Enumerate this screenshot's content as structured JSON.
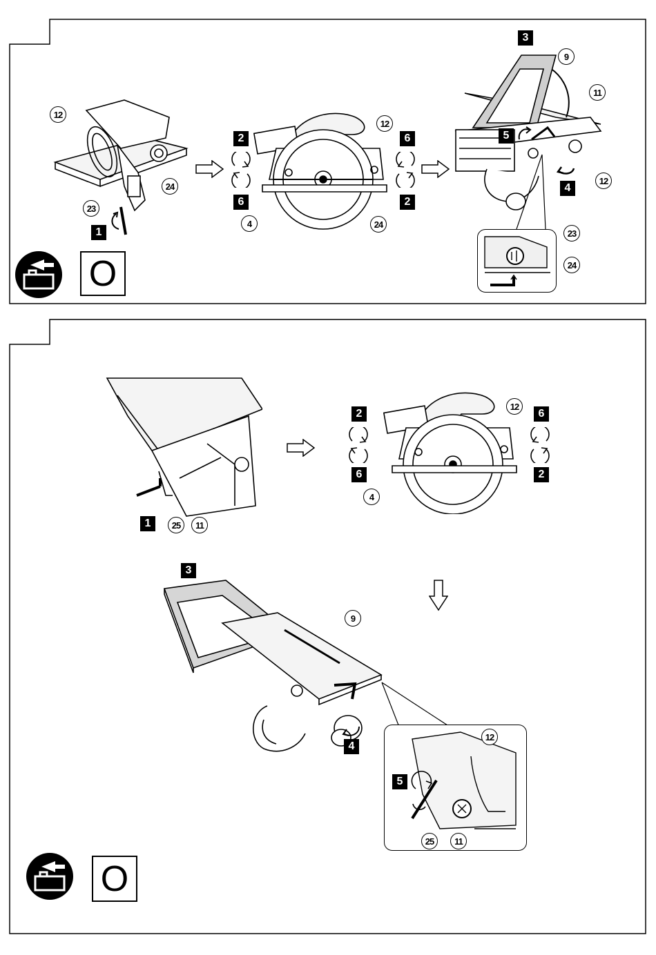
{
  "panel_top": {
    "callouts": [
      "12",
      "23",
      "24",
      "4",
      "24",
      "12",
      "9",
      "11",
      "12",
      "23",
      "24"
    ],
    "steps": [
      "1",
      "2",
      "6",
      "6",
      "2",
      "3",
      "5",
      "4"
    ],
    "mode_letter": "O"
  },
  "panel_bottom": {
    "callouts": [
      "25",
      "11",
      "12",
      "4",
      "9",
      "12",
      "25",
      "11"
    ],
    "steps": [
      "1",
      "2",
      "6",
      "6",
      "2",
      "3",
      "4",
      "5"
    ],
    "mode_letter": "O"
  },
  "icons": {
    "battery_remove": "battery-remove-icon",
    "arrow_right": "arrow-right-icon",
    "arrow_down": "arrow-down-icon",
    "rotate_cw": "rotate-clockwise-icon",
    "rotate_ccw": "rotate-counterclockwise-icon"
  }
}
